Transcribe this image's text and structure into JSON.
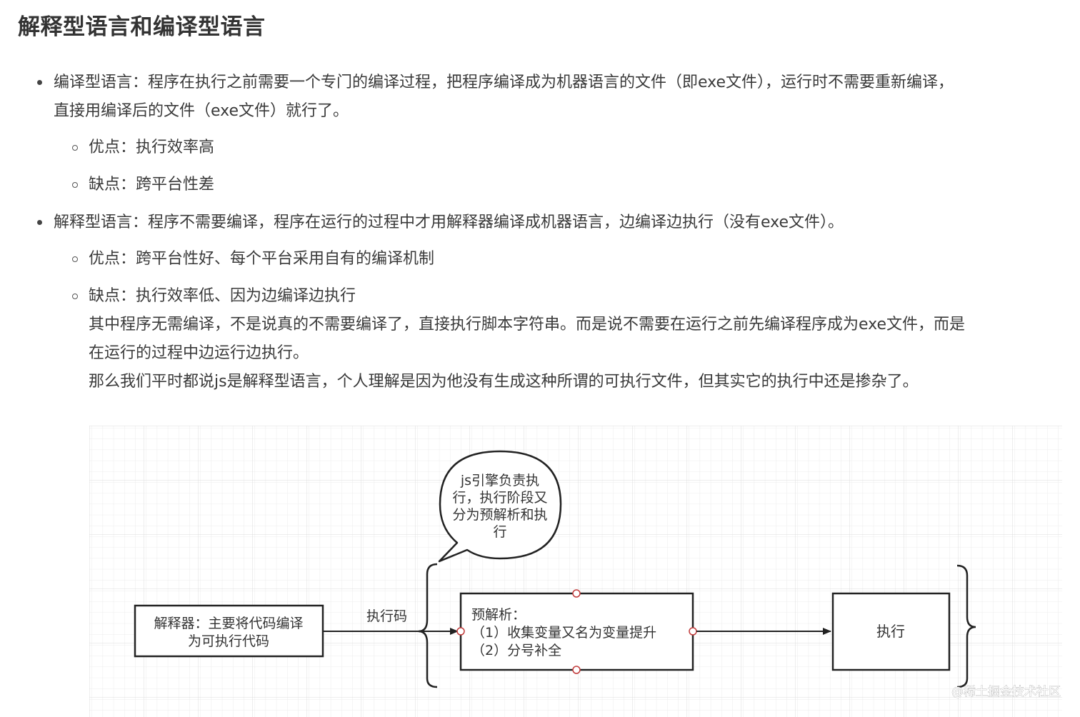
{
  "heading": "解释型语言和编译型语言",
  "bullets": [
    {
      "text_line1": "编译型语言：程序在执行之前需要一个专门的编译过程，把程序编译成为机器语言的文件（即exe文件），运行时不需要重新编译，",
      "text_line2": "直接用编译后的文件（exe文件）就行了。",
      "sub": [
        {
          "text": "优点：执行效率高"
        },
        {
          "text": "缺点：跨平台性差"
        }
      ]
    },
    {
      "text_line1": "解释型语言：程序不需要编译，程序在运行的过程中才用解释器编译成机器语言，边编译边执行（没有exe文件）。",
      "sub": [
        {
          "text": "优点：跨平台性好、每个平台采用自有的编译机制"
        },
        {
          "text": "缺点：执行效率低、因为边编译边执行"
        }
      ]
    }
  ],
  "paragraph": {
    "line1": "其中程序无需编译，不是说真的不需要编译了，直接执行脚本字符串。而是说不需要在运行之前先编译程序成为exe文件，而是",
    "line2": "在运行的过程中边运行边执行。",
    "line3": "那么我们平时都说js是解释型语言，个人理解是因为他没有生成这种所谓的可执行文件，但其实它的执行中还是掺杂了。"
  },
  "diagram": {
    "interpreter_box": {
      "line1": "解释器：主要将代码编译",
      "line2": "为可执行代码"
    },
    "arrow_label": "执行码",
    "bubble": {
      "line1": "js引擎负责执",
      "line2": "行，执行阶段又",
      "line3": "分为预解析和执",
      "line4": "行"
    },
    "preparse_box": {
      "line1": "预解析：",
      "line2": "（1）收集变量又名为变量提升",
      "line3": "（2）分号补全"
    },
    "execute_box": "执行"
  },
  "watermark": "@稀土掘金技术社区"
}
